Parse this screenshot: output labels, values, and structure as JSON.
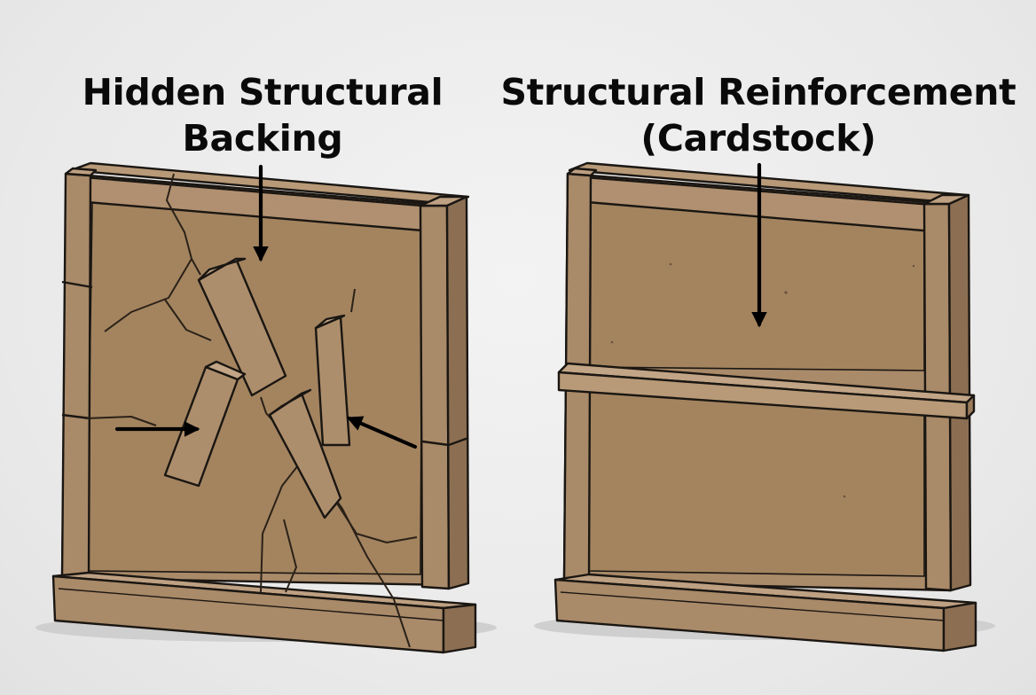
{
  "left_panel": {
    "title_line_1": "Hidden Structural",
    "title_line_2": "Backing"
  },
  "right_panel": {
    "title_line_1": "Structural Reinforcement",
    "title_line_2": "(Cardstock)"
  },
  "colors": {
    "cardboard": "#a98a69",
    "cardboard_light": "#b89a78",
    "cardboard_dark": "#8c6f52",
    "outline": "#1a1612",
    "arrow": "#000000",
    "background": "#ececec"
  },
  "icons": {
    "left_wall": "cracked-wall-with-hidden-braces",
    "right_wall": "intact-wall-with-horizontal-strip"
  }
}
